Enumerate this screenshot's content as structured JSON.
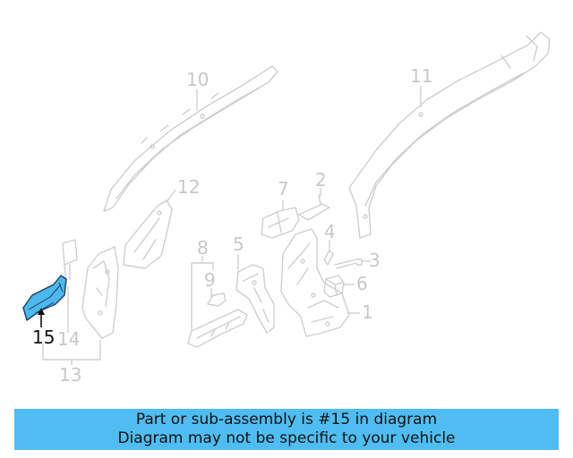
{
  "callouts": {
    "c1": "1",
    "c2": "2",
    "c3": "3",
    "c4": "4",
    "c5": "5",
    "c6": "6",
    "c7": "7",
    "c8": "8",
    "c9": "9",
    "c10": "10",
    "c11": "11",
    "c12": "12",
    "c13": "13",
    "c14": "14",
    "c15": "15"
  },
  "highlighted_part": "15",
  "banner": {
    "line1": "Part or sub-assembly is #15 in diagram",
    "line2": "Diagram may not be specific to your vehicle"
  },
  "colors": {
    "highlight_fill": "#4cb8ec",
    "banner_bg": "#4fbdf1",
    "part_stroke": "#cfcfcf"
  }
}
